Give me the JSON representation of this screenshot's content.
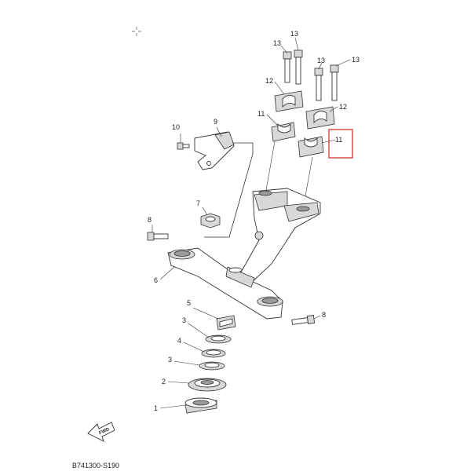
{
  "diagram_code": "B741300-S190",
  "fwd_label": "FWD",
  "highlight_color": "#cc2222",
  "callouts": {
    "c1": "1",
    "c2": "2",
    "c3a": "3",
    "c3b": "3",
    "c4": "4",
    "c5": "5",
    "c6": "6",
    "c7": "7",
    "c8a": "8",
    "c8b": "8",
    "c9": "9",
    "c10": "10",
    "c11a": "11",
    "c11b": "11",
    "c12a": "12",
    "c12b": "12",
    "c13a": "13",
    "c13b": "13",
    "c13c": "13",
    "c13d": "13"
  }
}
